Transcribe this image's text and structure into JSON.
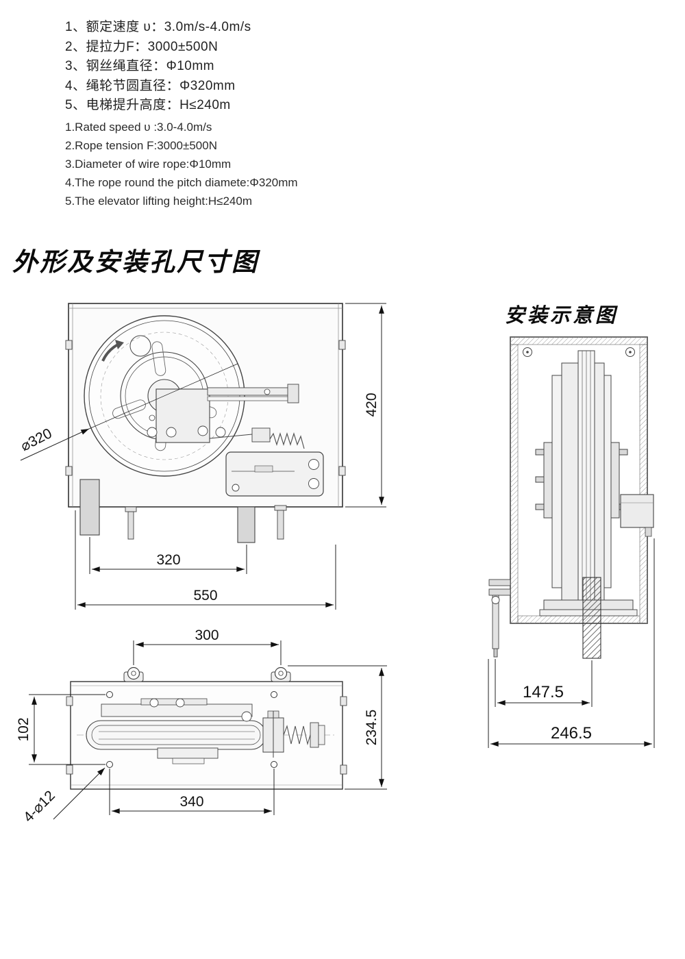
{
  "specs_cn": {
    "items": [
      "1、额定速度 υ：3.0m/s-4.0m/s",
      "2、提拉力F：3000±500N",
      "3、钢丝绳直径：Φ10mm",
      "4、绳轮节圆直径：Φ320mm",
      "5、电梯提升高度：H≤240m"
    ]
  },
  "specs_en": {
    "items": [
      "1.Rated speed υ :3.0-4.0m/s",
      "2.Rope tension F:3000±500N",
      "3.Diameter of wire rope:Φ10mm",
      "4.The rope round the pitch diamete:Φ320mm",
      "5.The elevator lifting height:H≤240m"
    ]
  },
  "headings": {
    "outline_drawing": "外形及安装孔尺寸图",
    "installation_diagram": "安装示意图"
  },
  "front_view": {
    "sheave_diameter": "⌀320",
    "height": "420",
    "foot_spacing": "320",
    "overall_width": "550"
  },
  "side_view": {
    "shaft_offset": "147.5",
    "overall_depth": "246.5"
  },
  "top_view": {
    "eye_spacing": "300",
    "hole_row_spacing": "102",
    "overall_depth": "234.5",
    "hole_col_spacing": "340",
    "mounting_holes": "4-⌀12"
  }
}
